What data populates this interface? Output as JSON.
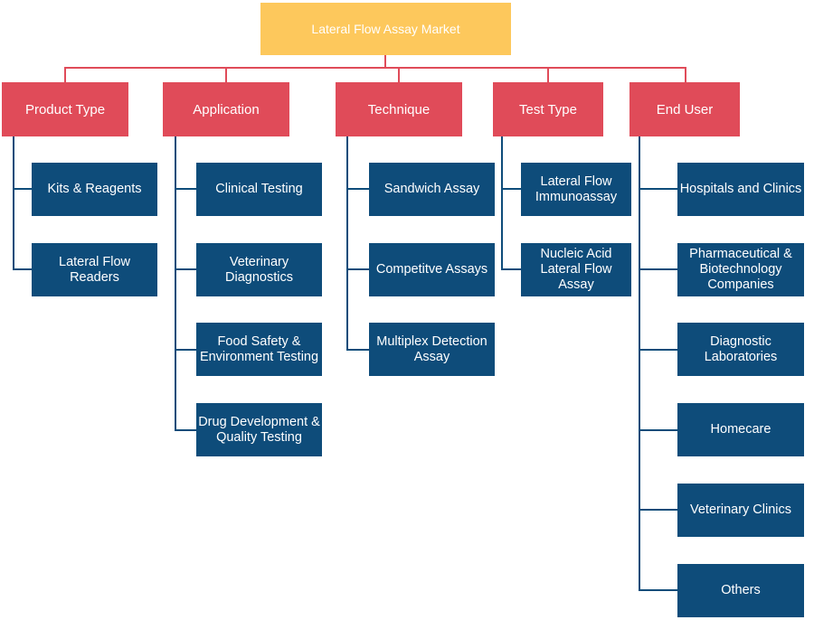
{
  "root": {
    "label": "Lateral Flow Assay Market"
  },
  "categories": [
    {
      "label": "Product Type",
      "items": [
        "Kits & Reagents",
        "Lateral Flow\nReaders"
      ]
    },
    {
      "label": "Application",
      "items": [
        "Clinical Testing",
        "Veterinary\nDiagnostics",
        "Food Safety &\nEnvironment Testing",
        "Drug Development &\nQuality Testing"
      ]
    },
    {
      "label": "Technique",
      "items": [
        "Sandwich Assay",
        "Competitve Assays",
        "Multiplex Detection\nAssay"
      ]
    },
    {
      "label": "Test Type",
      "items": [
        "Lateral Flow\nImmunoassay",
        "Nucleic Acid\nLateral Flow Assay"
      ]
    },
    {
      "label": "End User",
      "items": [
        "Hospitals and Clinics",
        "Pharmaceutical &\nBiotechnology\nCompanies",
        "Diagnostic\nLaboratories",
        "Homecare",
        "Veterinary Clinics",
        "Others"
      ]
    }
  ],
  "colors": {
    "root": "#fdc85c",
    "category": "#e04b59",
    "leaf": "#0e4c7a",
    "connector_top": "#e04b59",
    "connector_leaf": "#0e4c7a"
  }
}
